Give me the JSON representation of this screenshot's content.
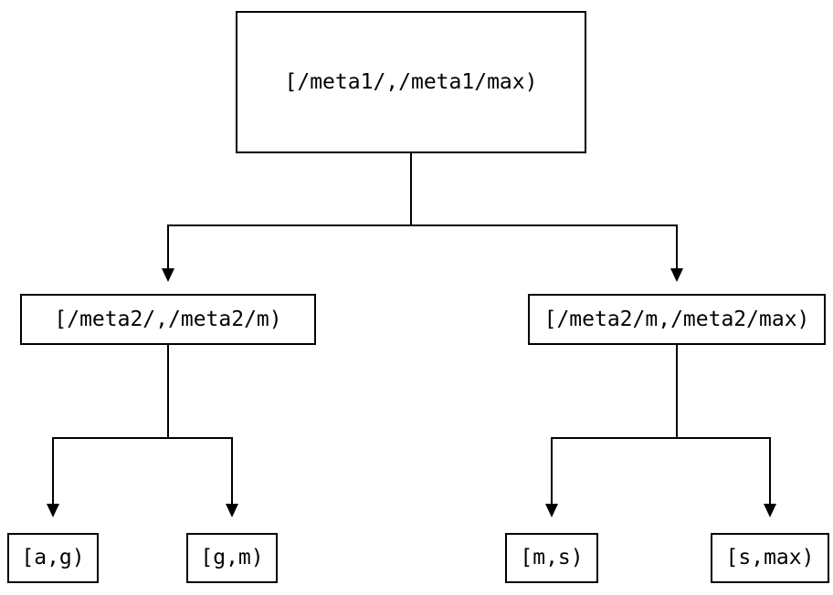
{
  "diagram": {
    "type": "tree",
    "description": "Binary interval partition tree",
    "background_color": "#ffffff",
    "node_fill_color": "#ffffff",
    "node_border_color": "#000000",
    "text_color": "#000000",
    "connector_color": "#000000",
    "nodes": {
      "root": {
        "label": "[/meta1/,/meta1/max)"
      },
      "level2_left": {
        "label": "[/meta2/,/meta2/m)"
      },
      "level2_right": {
        "label": "[/meta2/m,/meta2/max)"
      },
      "leaf_ag": {
        "label": "[a,g)"
      },
      "leaf_gm": {
        "label": "[g,m)"
      },
      "leaf_ms": {
        "label": "[m,s)"
      },
      "leaf_smax": {
        "label": "[s,max)"
      }
    },
    "edges": [
      {
        "from": "root",
        "to": "level2_left"
      },
      {
        "from": "root",
        "to": "level2_right"
      },
      {
        "from": "level2_left",
        "to": "leaf_ag"
      },
      {
        "from": "level2_left",
        "to": "leaf_gm"
      },
      {
        "from": "level2_right",
        "to": "leaf_ms"
      },
      {
        "from": "level2_right",
        "to": "leaf_smax"
      }
    ]
  }
}
